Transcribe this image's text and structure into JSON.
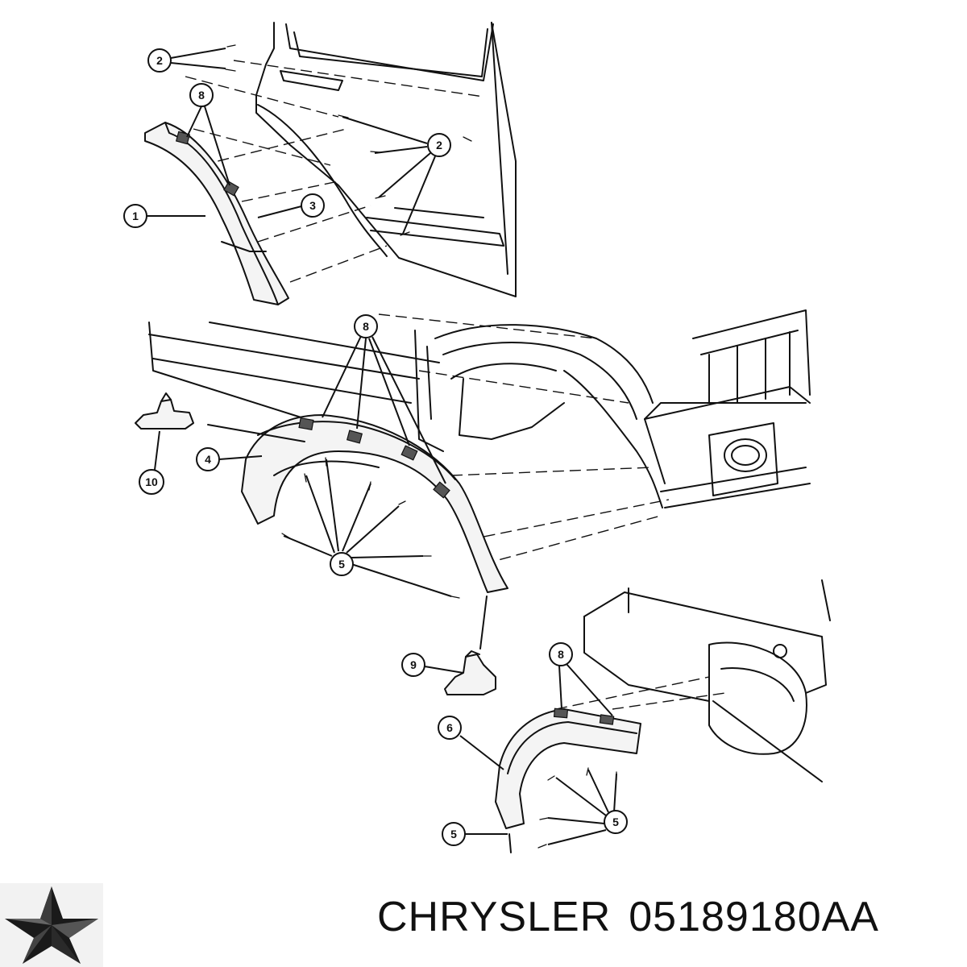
{
  "caption": {
    "brand": "CHRYSLER",
    "part_number": "05189180AA"
  },
  "logo": {
    "icon": "chrysler-pentastar-logo-icon"
  },
  "callouts": {
    "c2_top": "2",
    "c8_top": "8",
    "c2_right": "2",
    "c1": "1",
    "c3": "3",
    "c8_mid": "8",
    "c10": "10",
    "c4": "4",
    "c5_mid": "5",
    "c9": "9",
    "c8_low": "8",
    "c6": "6",
    "c5_low_right": "5",
    "c5_low_left": "5"
  }
}
